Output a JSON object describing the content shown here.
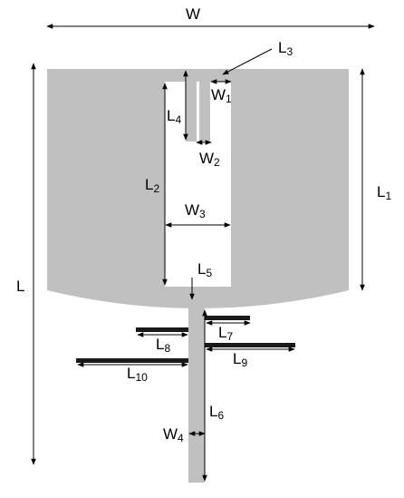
{
  "colors": {
    "background": "#ffffff",
    "metal": "#c0c0c0",
    "stub": "#1a1a1a",
    "line": "#000000"
  },
  "labels": {
    "W": {
      "main": "W",
      "sub": ""
    },
    "L": {
      "main": "L",
      "sub": ""
    },
    "L1": {
      "main": "L",
      "sub": "1"
    },
    "L2": {
      "main": "L",
      "sub": "2"
    },
    "L3": {
      "main": "L",
      "sub": "3"
    },
    "L4": {
      "main": "L",
      "sub": "4"
    },
    "L5": {
      "main": "L",
      "sub": "5"
    },
    "L6": {
      "main": "L",
      "sub": "6"
    },
    "L7": {
      "main": "L",
      "sub": "7"
    },
    "L8": {
      "main": "L",
      "sub": "8"
    },
    "L9": {
      "main": "L",
      "sub": "9"
    },
    "L10": {
      "main": "L",
      "sub": "10"
    },
    "W1": {
      "main": "W",
      "sub": "1"
    },
    "W2": {
      "main": "W",
      "sub": "2"
    },
    "W3": {
      "main": "W",
      "sub": "3"
    },
    "W4": {
      "main": "W",
      "sub": "4"
    }
  }
}
